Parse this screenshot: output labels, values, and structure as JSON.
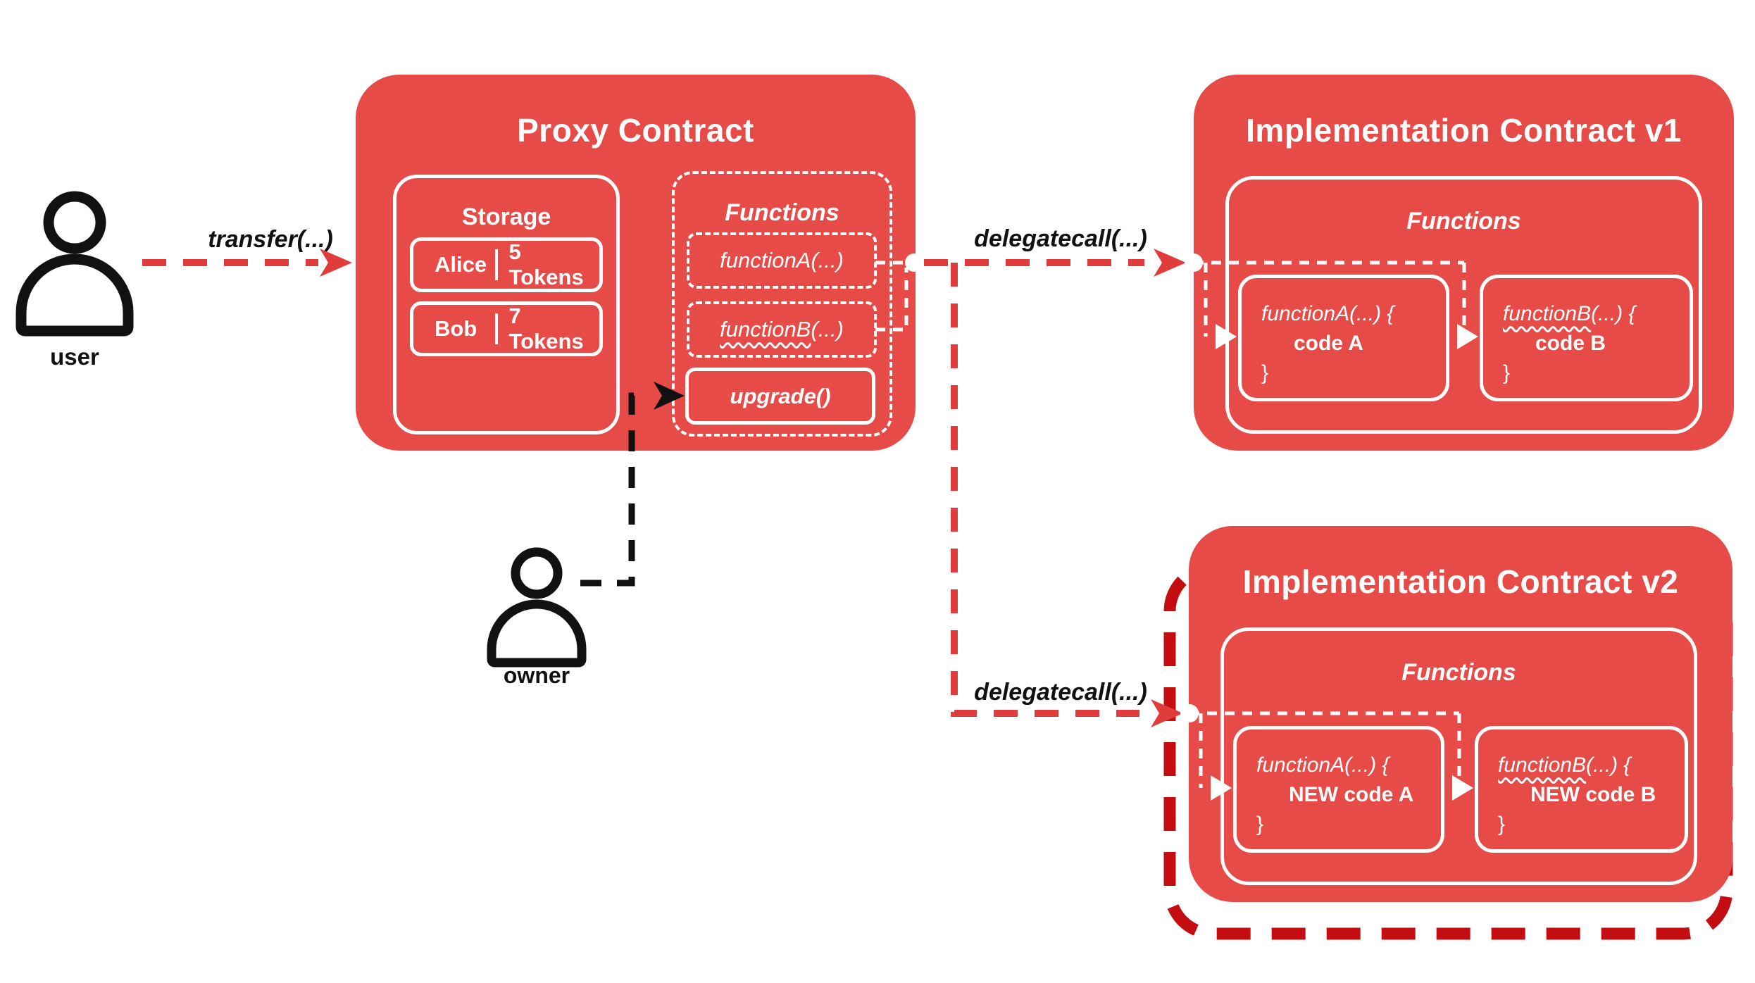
{
  "colors": {
    "contract_fill": "#e64b47",
    "arrow_red": "#e03c3c",
    "highlight_red": "#c40d11",
    "connector_white": "#ffffff",
    "actor_black": "#111111"
  },
  "actors": {
    "user_label": "user",
    "owner_label": "owner"
  },
  "calls": {
    "transfer": "transfer(...)",
    "delegatecall_v1": "delegatecall(...)",
    "delegatecall_v2": "delegatecall(...)"
  },
  "proxy": {
    "title": "Proxy Contract",
    "storage": {
      "title": "Storage",
      "rows": [
        {
          "name": "Alice",
          "value": "5 Tokens"
        },
        {
          "name": "Bob",
          "value": "7 Tokens"
        }
      ]
    },
    "functions": {
      "title": "Functions",
      "items": [
        {
          "name": "functionA",
          "args": "(...)"
        },
        {
          "name": "functionB",
          "args": "(...)"
        }
      ],
      "upgrade": "upgrade()"
    }
  },
  "implementation_v1": {
    "title": "Implementation Contract v1",
    "functions": {
      "title": "Functions",
      "boxes": [
        {
          "name": "functionA",
          "args": "(...) {",
          "body": "code A",
          "close": "}"
        },
        {
          "name": "functionB",
          "args": "(...) {",
          "body": "code B",
          "close": "}"
        }
      ]
    }
  },
  "implementation_v2": {
    "title": "Implementation Contract v2",
    "functions": {
      "title": "Functions",
      "boxes": [
        {
          "name": "functionA",
          "args": "(...) {",
          "body": "NEW code A",
          "close": "}"
        },
        {
          "name": "functionB",
          "args": "(...) {",
          "body": "NEW code B",
          "close": "}"
        }
      ]
    }
  }
}
